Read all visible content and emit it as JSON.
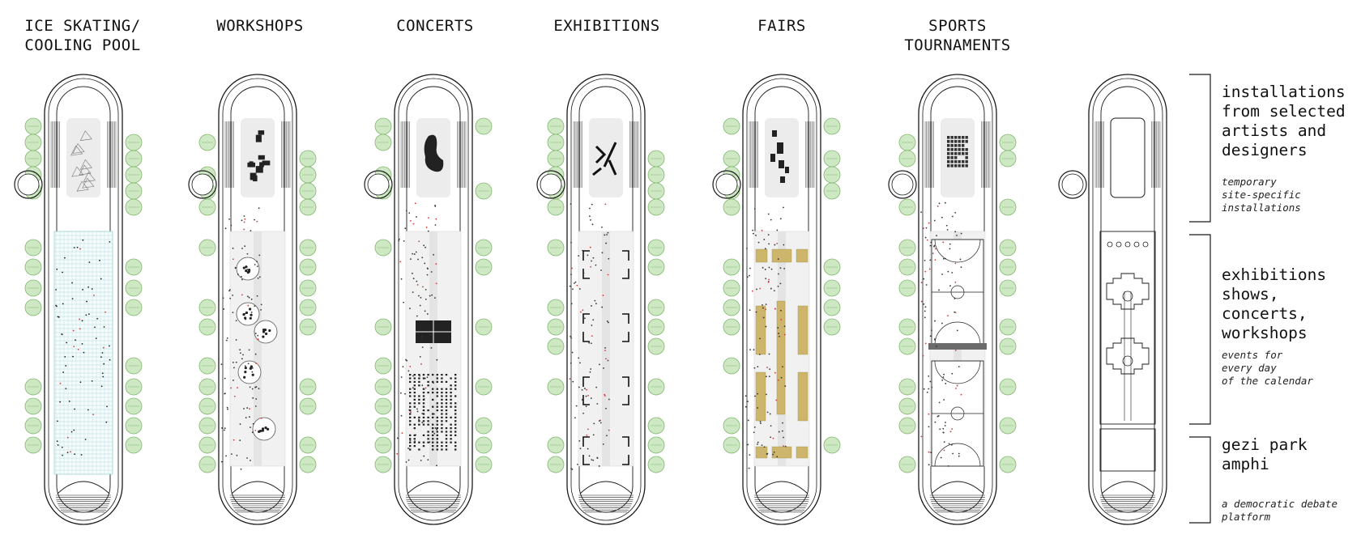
{
  "columns": [
    {
      "key": "ice",
      "title_lines": [
        "ICE SKATING/",
        "COOLING POOL"
      ]
    },
    {
      "key": "workshops",
      "title_lines": [
        "WORKSHOPS"
      ]
    },
    {
      "key": "concerts",
      "title_lines": [
        "CONCERTS"
      ]
    },
    {
      "key": "exhibitions",
      "title_lines": [
        "EXHIBITIONS"
      ]
    },
    {
      "key": "fairs",
      "title_lines": [
        "FAIRS"
      ]
    },
    {
      "key": "sports",
      "title_lines": [
        "SPORTS",
        "TOURNAMENTS"
      ]
    }
  ],
  "legend": [
    {
      "heading_lines": [
        "installations",
        "from selected",
        "artists and",
        "designers"
      ],
      "sub_lines": [
        "temporary",
        "site-specific",
        "installations"
      ]
    },
    {
      "heading_lines": [
        "exhibitions",
        "shows,",
        "concerts,",
        "workshops"
      ],
      "sub_lines": [
        "events for",
        "every day",
        "of the calendar"
      ]
    },
    {
      "heading_lines": [
        "gezi park",
        "amphi"
      ],
      "sub_lines": [
        "a democratic debate",
        "platform"
      ]
    }
  ],
  "colors": {
    "line": "#1a1a1a",
    "tree_fill": "#cfe8c4",
    "tree_stroke": "#7fb86e",
    "panel": "#ececec",
    "pool_grid": "#9fd3d6",
    "stall": "#cdb56b",
    "dots_red": "#d13b3b",
    "court_bar": "#6b6b6b"
  }
}
